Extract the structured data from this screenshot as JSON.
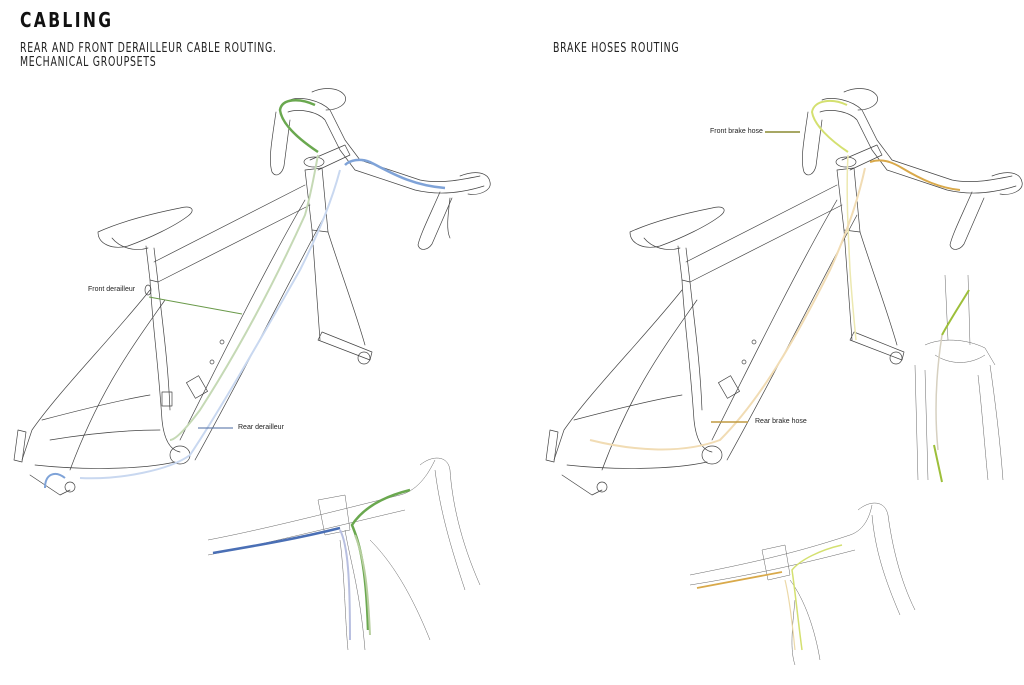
{
  "page": {
    "title": "CABLING",
    "left_section": {
      "heading": "REAR AND FRONT DERAILLEUR CABLE ROUTING.\nMECHANICAL GROUPSETS",
      "callouts": [
        {
          "text": "Front derailleur",
          "color": "#6a9a4a"
        },
        {
          "text": "Rear derailleur",
          "color": "#4a6aa0"
        }
      ],
      "cable_colors": {
        "front_derailleur": "#6aa84f",
        "front_derailleur_internal": "#c5d9b5",
        "rear_derailleur": "#7fa3d8",
        "rear_derailleur_internal": "#c9d8f0",
        "rear_derailleur_detail": "#4a6fb5",
        "rear_internal_detail": "#b8bfe0"
      }
    },
    "right_section": {
      "heading": "BRAKE HOSES ROUTING",
      "callouts": [
        {
          "text": "Front brake hose",
          "color": "#8a8a30"
        },
        {
          "text": "Rear brake hose",
          "color": "#c09a40"
        }
      ],
      "hose_colors": {
        "front_brake": "#d4e070",
        "front_brake_fork": "#9dbf3a",
        "rear_brake": "#d9a94a",
        "rear_brake_internal": "#f1dcb4"
      }
    }
  }
}
